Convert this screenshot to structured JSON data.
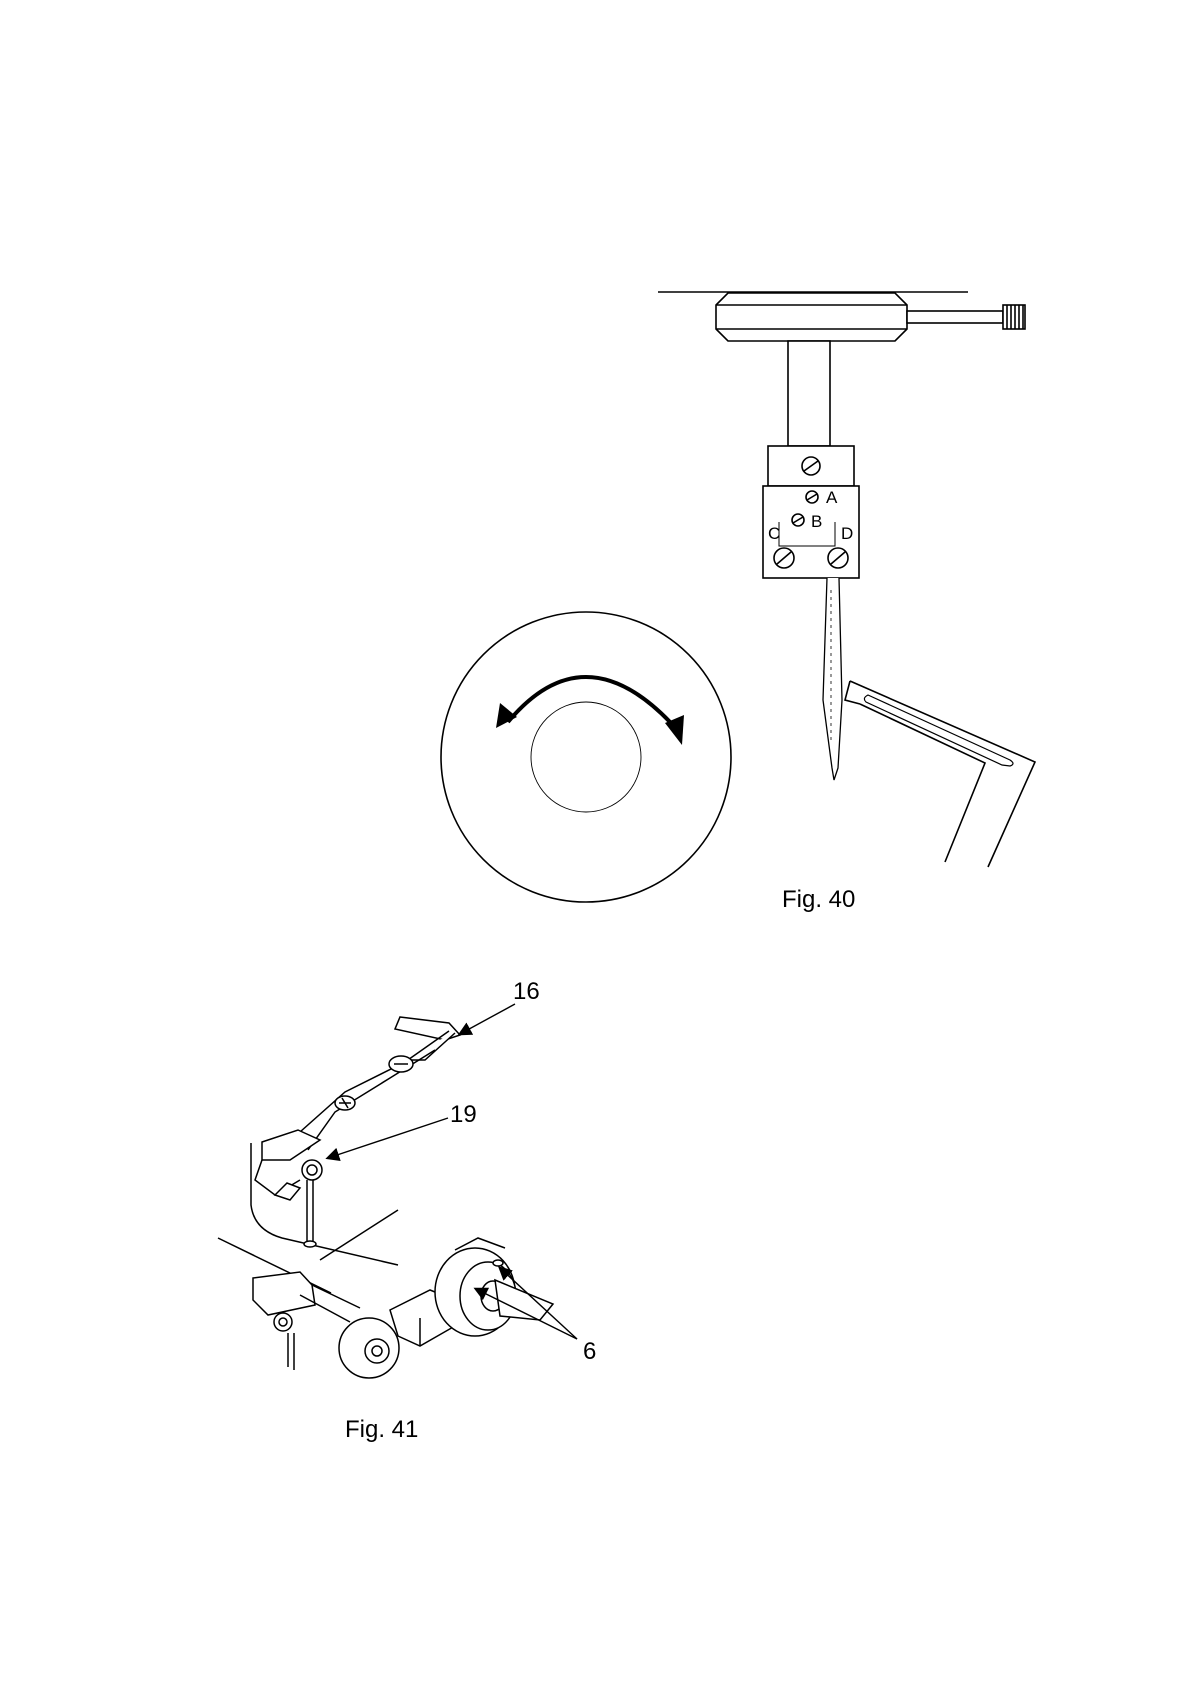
{
  "figure_40": {
    "caption": "Fig. 40",
    "screw_labels": {
      "a": "A",
      "b": "B",
      "c": "C",
      "d": "D"
    }
  },
  "figure_41": {
    "caption": "Fig. 41",
    "callouts": {
      "part_16": "16",
      "part_19": "19",
      "part_6": "6"
    }
  }
}
